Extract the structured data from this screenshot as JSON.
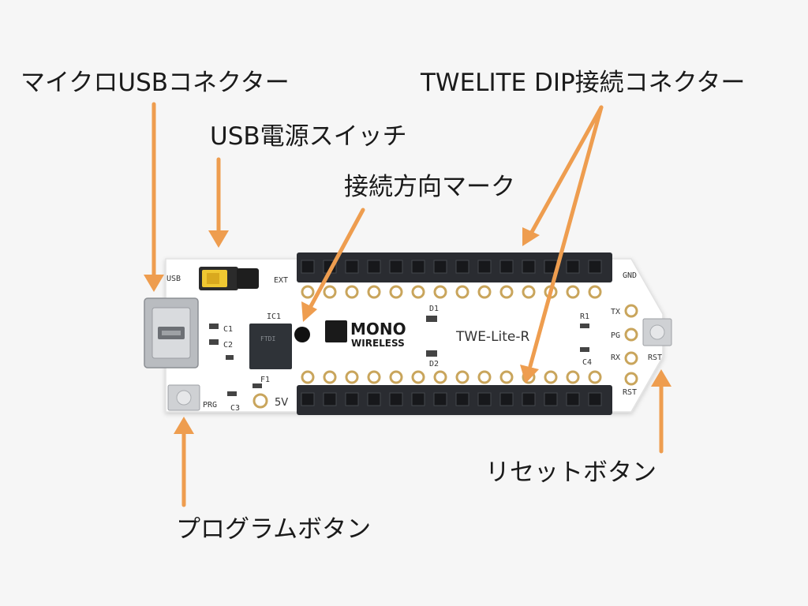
{
  "colors": {
    "background": "#f6f6f6",
    "arrow": "#ee9d4f",
    "board": "#ffffff",
    "header": "#2a2c31",
    "pad": "#c9a55c"
  },
  "labels": {
    "micro_usb": "マイクロUSBコネクター",
    "usb_power_switch": "USB電源スイッチ",
    "direction_mark": "接続方向マーク",
    "dip_connector": "TWELITE DIP接続コネクター",
    "reset_button": "リセットボタン",
    "program_button": "プログラムボタン"
  },
  "silkscreen": {
    "usb": "USB",
    "ext": "EXT",
    "ic1": "IC1",
    "c1": "C1",
    "c2": "C2",
    "c3": "C3",
    "c4": "C4",
    "f1": "F1",
    "d1": "D1",
    "d2": "D2",
    "r1": "R1",
    "prg": "PRG",
    "v5": "5V",
    "gnd": "GND",
    "tx": "TX",
    "pg": "PG",
    "rx": "RX",
    "rst_pad": "RST",
    "rst_btn": "RST",
    "model": "TWE-Lite-R",
    "logo_top": "MONO",
    "logo_bottom": "WIRELESS",
    "chip_text": "FTDI"
  }
}
